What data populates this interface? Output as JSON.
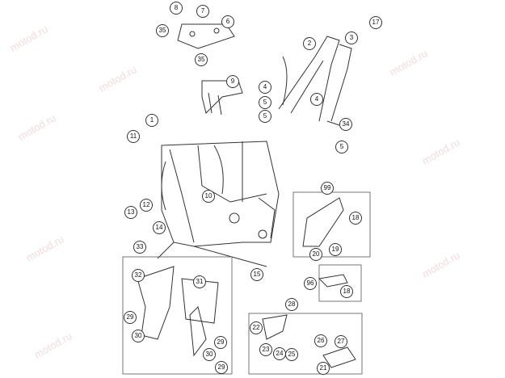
{
  "watermark": {
    "text": "motod.ru"
  },
  "callouts": [
    "8",
    "7",
    "35",
    "6",
    "35",
    "17",
    "2",
    "3",
    "9",
    "4",
    "5",
    "4",
    "5",
    "1",
    "34",
    "11",
    "5",
    "99",
    "10",
    "18",
    "13",
    "12",
    "14",
    "19",
    "20",
    "33",
    "15",
    "96",
    "32",
    "31",
    "18",
    "28",
    "29",
    "22",
    "30",
    "26",
    "27",
    "23",
    "24",
    "25",
    "30",
    "29",
    "29",
    "21"
  ],
  "colors": {
    "line": "#333333",
    "fill": "#ffffff",
    "watermark": "#f1dcdc"
  }
}
